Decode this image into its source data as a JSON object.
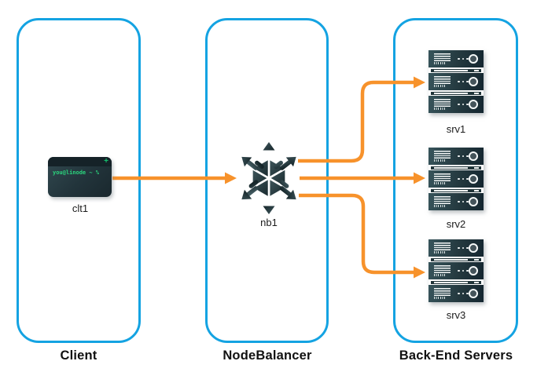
{
  "diagram": {
    "groups": {
      "client": {
        "label": "Client"
      },
      "nodebalancer": {
        "label": "NodeBalancer"
      },
      "backend": {
        "label": "Back-End Servers"
      }
    },
    "nodes": {
      "clt1": {
        "label": "clt1",
        "type": "terminal"
      },
      "nb1": {
        "label": "nb1",
        "type": "nodebalancer"
      },
      "srv1": {
        "label": "srv1",
        "type": "server"
      },
      "srv2": {
        "label": "srv2",
        "type": "server"
      },
      "srv3": {
        "label": "srv3",
        "type": "server"
      }
    },
    "terminal": {
      "prompt": "you@linode ~ %",
      "plus_glyph": "+"
    },
    "edges": [
      {
        "from": "clt1",
        "to": "nb1"
      },
      {
        "from": "nb1",
        "to": "srv1"
      },
      {
        "from": "nb1",
        "to": "srv2"
      },
      {
        "from": "nb1",
        "to": "srv3"
      }
    ],
    "colors": {
      "group_border": "#14a3e2",
      "arrow": "#f7922b",
      "icon_dark": "#1b2c33",
      "icon_light": "#3e575e",
      "terminal_green": "#2bd47d",
      "label_text": "#111111"
    }
  }
}
